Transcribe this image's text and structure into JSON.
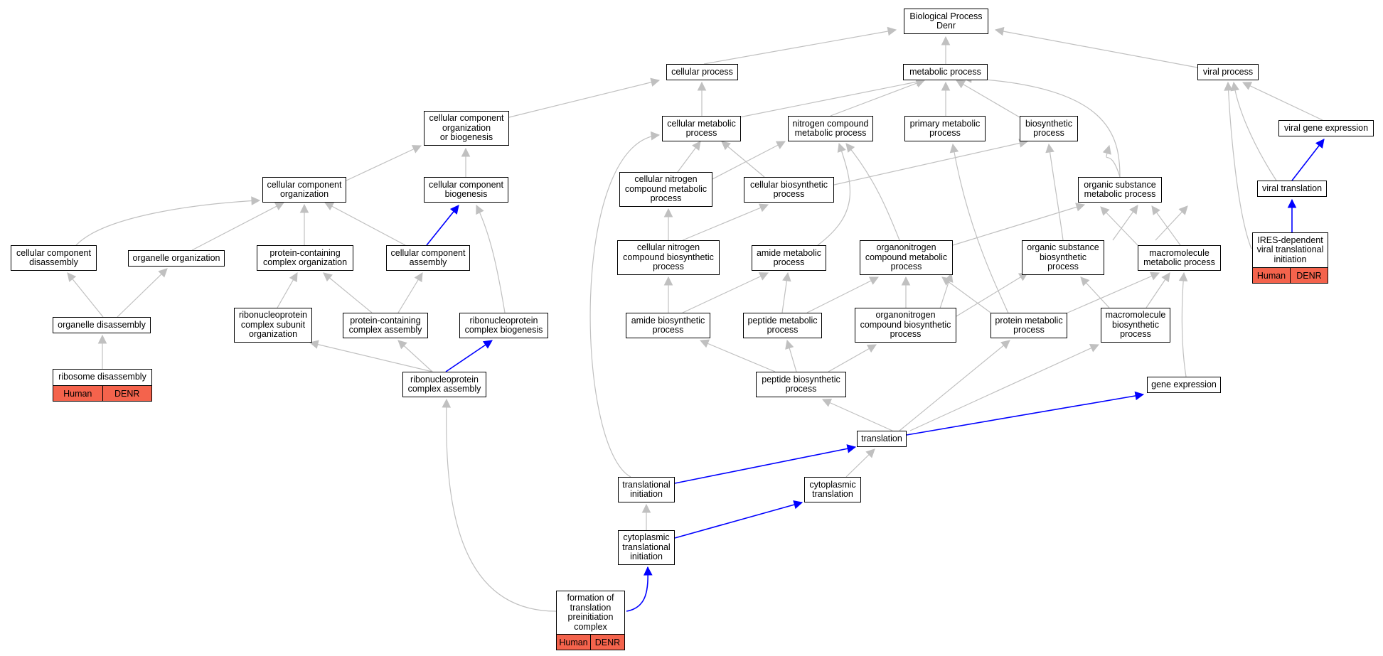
{
  "colors": {
    "edge_gray": "#c0c0c0",
    "edge_blue": "#0000ff",
    "tag_fill": "#f4634c"
  },
  "tags": {
    "organism": "Human",
    "gene": "DENR"
  },
  "nodes": {
    "biological_process": "Biological Process\nDenr",
    "cellular_process": "cellular process",
    "metabolic_process": "metabolic process",
    "viral_process": "viral process",
    "ccob": "cellular component\norganization\nor biogenesis",
    "cellular_metabolic": "cellular metabolic\nprocess",
    "nitrogen_compound": "nitrogen compound\nmetabolic process",
    "primary_metabolic": "primary metabolic\nprocess",
    "biosynthetic": "biosynthetic\nprocess",
    "viral_gene_expression": "viral gene expression",
    "cc_organization": "cellular component\norganization",
    "cc_biogenesis": "cellular component\nbiogenesis",
    "cell_nitrogen_metabolic": "cellular nitrogen\ncompound metabolic\nprocess",
    "cell_biosynthetic": "cellular biosynthetic\nprocess",
    "organic_substance_metabolic": "organic substance\nmetabolic process",
    "viral_translation": "viral translation",
    "cc_disassembly": "cellular component\ndisassembly",
    "organelle_organization": "organelle organization",
    "pcc_organization": "protein-containing\ncomplex organization",
    "cc_assembly": "cellular component\nassembly",
    "cell_nitrogen_biosynthetic": "cellular nitrogen\ncompound biosynthetic\nprocess",
    "amide_metabolic": "amide metabolic\nprocess",
    "organonitrogen_metabolic": "organonitrogen\ncompound metabolic\nprocess",
    "organic_substance_biosynthetic": "organic substance\nbiosynthetic\nprocess",
    "macromolecule_metabolic": "macromolecule\nmetabolic process",
    "ires_initiation": "IRES-dependent\nviral translational\ninitiation",
    "organelle_disassembly": "organelle disassembly",
    "rnp_subunit_org": "ribonucleoprotein\ncomplex subunit\norganization",
    "pcc_assembly": "protein-containing\ncomplex assembly",
    "rnp_biogenesis": "ribonucleoprotein\ncomplex biogenesis",
    "amide_biosynthetic": "amide biosynthetic\nprocess",
    "peptide_metabolic": "peptide metabolic\nprocess",
    "organonitrogen_biosynthetic": "organonitrogen\ncompound biosynthetic\nprocess",
    "protein_metabolic": "protein metabolic\nprocess",
    "macromolecule_biosynthetic": "macromolecule\nbiosynthetic\nprocess",
    "ribosome_disassembly": "ribosome disassembly",
    "rnp_assembly": "ribonucleoprotein\ncomplex assembly",
    "peptide_biosynthetic": "peptide biosynthetic\nprocess",
    "gene_expression": "gene expression",
    "translation": "translation",
    "translational_initiation": "translational\ninitiation",
    "cytoplasmic_translation": "cytoplasmic\ntranslation",
    "cyto_trans_initiation": "cytoplasmic\ntranslational\ninitiation",
    "formation_pic": "formation of\ntranslation\npreinitiation\ncomplex"
  }
}
